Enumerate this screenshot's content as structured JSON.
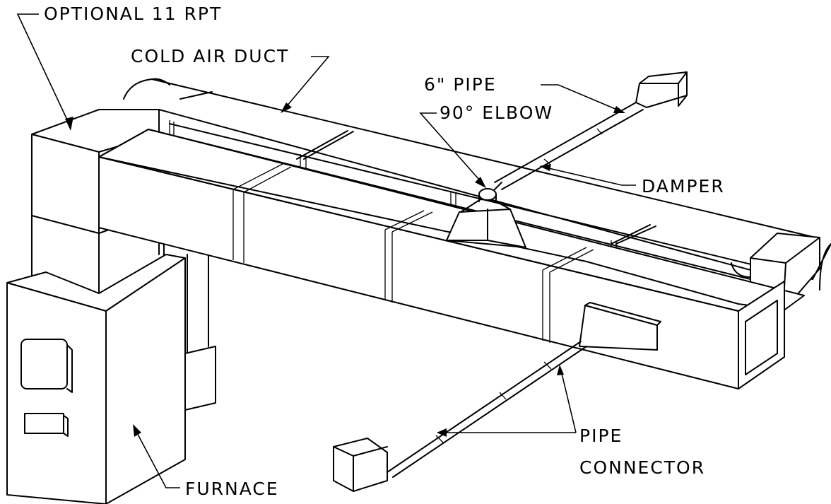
{
  "labels": {
    "optional_rpt": "OPTIONAL 11 RPT",
    "cold_air_duct": "COLD AIR DUCT",
    "pipe_6in": "6\" PIPE",
    "elbow_90": "90° ELBOW",
    "damper": "DAMPER",
    "pipe_connector_line1": "PIPE",
    "pipe_connector_line2": "CONNECTOR",
    "furnace": "FURNACE"
  },
  "colors": {
    "line": "#000000",
    "background": "#ffffff"
  }
}
